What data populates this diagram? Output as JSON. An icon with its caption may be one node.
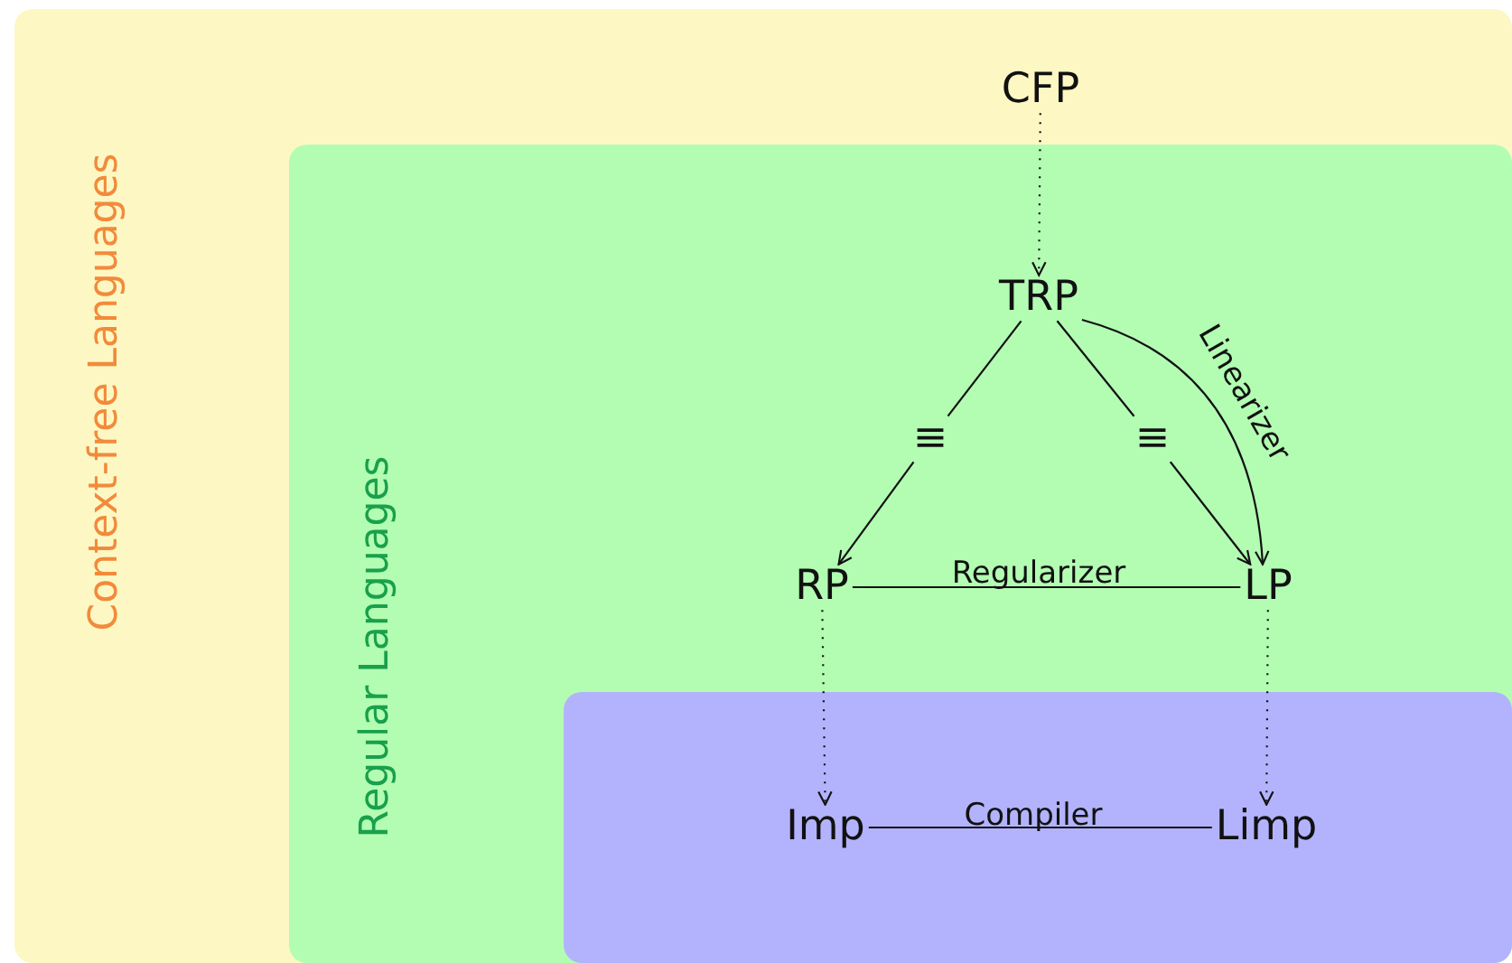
{
  "diagram": {
    "nodes": [
      {
        "text": [
          "Context-free Languages"
        ]
      },
      {
        "text": [
          "Regular Languages"
        ],
        "in": 0
      },
      {
        "text": [],
        "shape": "box",
        "in": 1
      },
      {
        "text": [
          "CFP"
        ],
        "in": 0
      },
      {
        "text": [
          "TRP"
        ],
        "in": 1
      },
      {
        "text": [
          "≡"
        ],
        "in": 1
      },
      {
        "text": [
          "≡"
        ],
        "in": 1
      },
      {
        "text": [
          "RP"
        ],
        "in": 1
      },
      {
        "text": [
          "LP"
        ],
        "in": 1
      },
      {
        "text": [
          "Imp"
        ],
        "in": 2
      },
      {
        "text": [
          "Limp"
        ],
        "in": 2
      }
    ],
    "edges": [
      {
        "from": 3,
        "to": 4,
        "arrow": "to",
        "style": "dashed"
      },
      {
        "from": 4,
        "to": 5,
        "arrow": "none"
      },
      {
        "from": 5,
        "to": 7,
        "arrow": "to"
      },
      {
        "from": 4,
        "to": 6,
        "arrow": "none"
      },
      {
        "from": 6,
        "to": 8,
        "arrow": "to"
      },
      {
        "from": 4,
        "to": 8,
        "arrow": "to",
        "label": "Linearizer"
      },
      {
        "from": 7,
        "to": 8,
        "arrow": "none",
        "label": "Regularizer"
      },
      {
        "from": 7,
        "to": 9,
        "arrow": "to",
        "style": "dashed"
      },
      {
        "from": 8,
        "to": 10,
        "arrow": "to",
        "style": "dashed"
      },
      {
        "from": 9,
        "to": 10,
        "arrow": "none",
        "label": "Compiler"
      }
    ]
  }
}
